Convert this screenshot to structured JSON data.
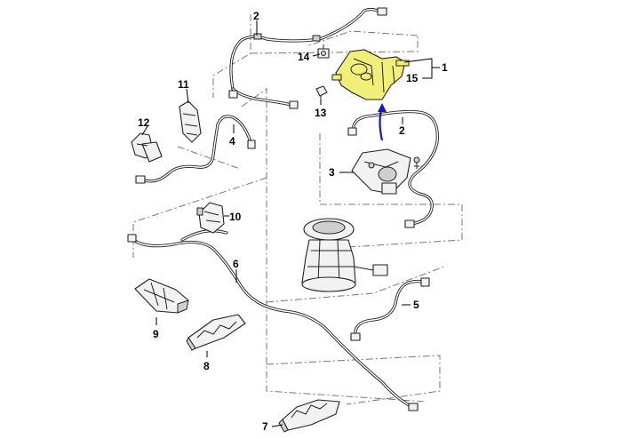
{
  "figure": {
    "highlight_color": "#f2ee7a",
    "arrow_color": "#1414c8",
    "callouts": [
      {
        "id": "c1",
        "label": "1"
      },
      {
        "id": "c2a",
        "label": "2"
      },
      {
        "id": "c2b",
        "label": "2"
      },
      {
        "id": "c3",
        "label": "3"
      },
      {
        "id": "c4",
        "label": "4"
      },
      {
        "id": "c5",
        "label": "5"
      },
      {
        "id": "c6",
        "label": "6"
      },
      {
        "id": "c7",
        "label": "7"
      },
      {
        "id": "c8",
        "label": "8"
      },
      {
        "id": "c9",
        "label": "9"
      },
      {
        "id": "c10",
        "label": "10"
      },
      {
        "id": "c11",
        "label": "11"
      },
      {
        "id": "c12",
        "label": "12"
      },
      {
        "id": "c13",
        "label": "13"
      },
      {
        "id": "c14",
        "label": "14"
      },
      {
        "id": "c15",
        "label": "15"
      }
    ]
  }
}
